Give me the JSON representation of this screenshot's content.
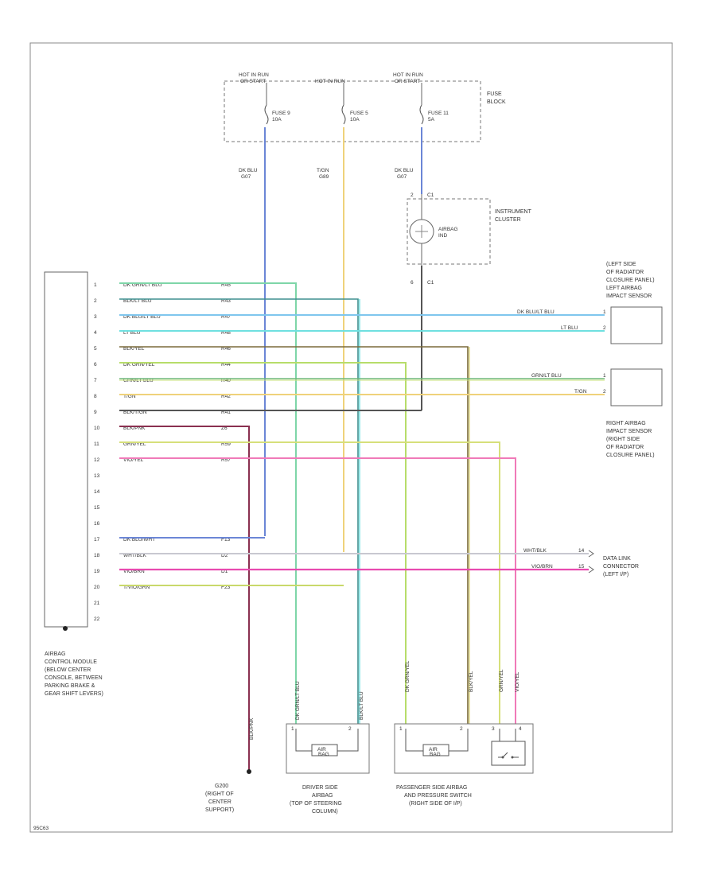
{
  "fuse_block": {
    "hot_run_left": "HOT IN RUN",
    "hot_run_left_2": "OR START",
    "hot_run_mid": "HOT IN RUN",
    "hot_run_right": "HOT IN RUN",
    "hot_run_right_2": "OR START",
    "title": "FUSE",
    "title_2": "BLOCK",
    "fuse_a": "FUSE 9",
    "fuse_a_amp": "10A",
    "fuse_b": "FUSE 5",
    "fuse_b_amp": "10A",
    "fuse_c": "FUSE 11",
    "fuse_c_amp": "5A"
  },
  "wires_top": {
    "w1": "DK BLU",
    "w1c": "G07",
    "w2": "T/GN",
    "w2c": "G89",
    "w3": "DK BLU",
    "w3c": "G07"
  },
  "instrument_cluster": {
    "title": "INSTRUMENT",
    "title_2": "CLUSTER",
    "lamp": "AIRBAG",
    "lamp_2": "IND",
    "pin_top": "2",
    "pin_top_c": "C1",
    "pin_bot": "6",
    "pin_bot_c": "C1"
  },
  "module": {
    "label_1": "AIRBAG",
    "label_2": "CONTROL MODULE",
    "label_3": "(BELOW CENTER",
    "label_4": "CONSOLE, BETWEEN",
    "label_5": "PARKING BRAKE &",
    "label_6": "GEAR SHIFT LEVERS)"
  },
  "pins": [
    {
      "pin": "1",
      "wire": "DK GRN/LT BLU",
      "circuit": "R45",
      "color": "#7ed6a8"
    },
    {
      "pin": "2",
      "wire": "BLK/LT BLU",
      "circuit": "R43",
      "color": "#3f8f8f"
    },
    {
      "pin": "3",
      "wire": "DK BLU/LT BLU",
      "circuit": "R47",
      "color": "#7fc6ee"
    },
    {
      "pin": "4",
      "wire": "LT BLU",
      "circuit": "R48",
      "color": "#6fe0e0"
    },
    {
      "pin": "5",
      "wire": "BLK/YEL",
      "circuit": "R46",
      "color": "#7a6a3a"
    },
    {
      "pin": "6",
      "wire": "DK GRN/YEL",
      "circuit": "R44",
      "color": "#b7dd6a"
    },
    {
      "pin": "7",
      "wire": "GRN/LT BLU",
      "circuit": "R40",
      "color": "#6fb77a"
    },
    {
      "pin": "8",
      "wire": "T/GN",
      "circuit": "R42",
      "color": "#efd27a"
    },
    {
      "pin": "9",
      "wire": "BLK/T/GN",
      "circuit": "R41",
      "color": "#555555"
    },
    {
      "pin": "10",
      "wire": "BLK/PNK",
      "circuit": "Z6",
      "color": "#8a3050"
    },
    {
      "pin": "11",
      "wire": "GRN/YEL",
      "circuit": "R59",
      "color": "#d6e07a"
    },
    {
      "pin": "12",
      "wire": "VIO/YEL",
      "circuit": "R57",
      "color": "#f07ab8"
    },
    {
      "pin": "13",
      "wire": "",
      "circuit": "",
      "color": ""
    },
    {
      "pin": "14",
      "wire": "",
      "circuit": "",
      "color": ""
    },
    {
      "pin": "15",
      "wire": "",
      "circuit": "",
      "color": ""
    },
    {
      "pin": "16",
      "wire": "",
      "circuit": "",
      "color": ""
    },
    {
      "pin": "17",
      "wire": "DK BLU/WHT",
      "circuit": "F13",
      "color": "#6b86d6"
    },
    {
      "pin": "18",
      "wire": "WHT/BLK",
      "circuit": "D2",
      "color": "#c8c8d0"
    },
    {
      "pin": "19",
      "wire": "VIO/BRN",
      "circuit": "D1",
      "color": "#e84ab0"
    },
    {
      "pin": "20",
      "wire": "T/VIO/GRN",
      "circuit": "F23",
      "color": "#c9d96a"
    },
    {
      "pin": "21",
      "wire": "",
      "circuit": "",
      "color": ""
    },
    {
      "pin": "22",
      "wire": "",
      "circuit": "",
      "color": ""
    }
  ],
  "left_sensor": {
    "l1": "(LEFT SIDE",
    "l2": "OF RADIATOR",
    "l3": "CLOSURE PANEL)",
    "l4": "LEFT AIRBAG",
    "l5": "IMPACT SENSOR",
    "wire1": "DK BLU/LT BLU",
    "pin1": "1",
    "wire2": "LT BLU",
    "pin2": "2"
  },
  "right_sensor": {
    "wire1": "GRN/LT BLU",
    "pin1": "1",
    "wire2": "T/GN",
    "pin2": "2",
    "l1": "RIGHT AIRBAG",
    "l2": "IMPACT SENSOR",
    "l3": "(RIGHT SIDE",
    "l4": "OF RADIATOR",
    "l5": "CLOSURE PANEL)"
  },
  "data_link": {
    "wire1": "WHT/BLK",
    "pin1": "14",
    "wire2": "VIO/BRN",
    "pin2": "15",
    "l1": "DATA LINK",
    "l2": "CONNECTOR",
    "l3": "(LEFT I/P)"
  },
  "ground": {
    "wire": "BLK/PNK",
    "l1": "G200",
    "l2": "(RIGHT OF",
    "l3": "CENTER",
    "l4": "SUPPORT)"
  },
  "driver_airbag": {
    "wire1": "DK GRN/LT BLU",
    "wire2": "BLK/LT BLU",
    "pin1": "1",
    "pin2": "2",
    "inner": "AIR",
    "inner_2": "BAG",
    "l1": "DRIVER SIDE",
    "l2": "AIRBAG",
    "l3": "(TOP OF STEERING",
    "l4": "COLUMN)"
  },
  "passenger_airbag": {
    "wire1": "DK GRN/YEL",
    "wire2": "BLK/YEL",
    "wire3": "GRN/YEL",
    "wire4": "VIO/YEL",
    "pin1": "1",
    "pin2": "2",
    "pin3": "3",
    "pin4": "4",
    "inner": "AIR",
    "inner_2": "BAG",
    "l1": "PASSENGER SIDE AIRBAG",
    "l2": "AND PRESSURE SWITCH",
    "l3": "(RIGHT SIDE OF I/P)"
  },
  "footer_code": "95C63"
}
